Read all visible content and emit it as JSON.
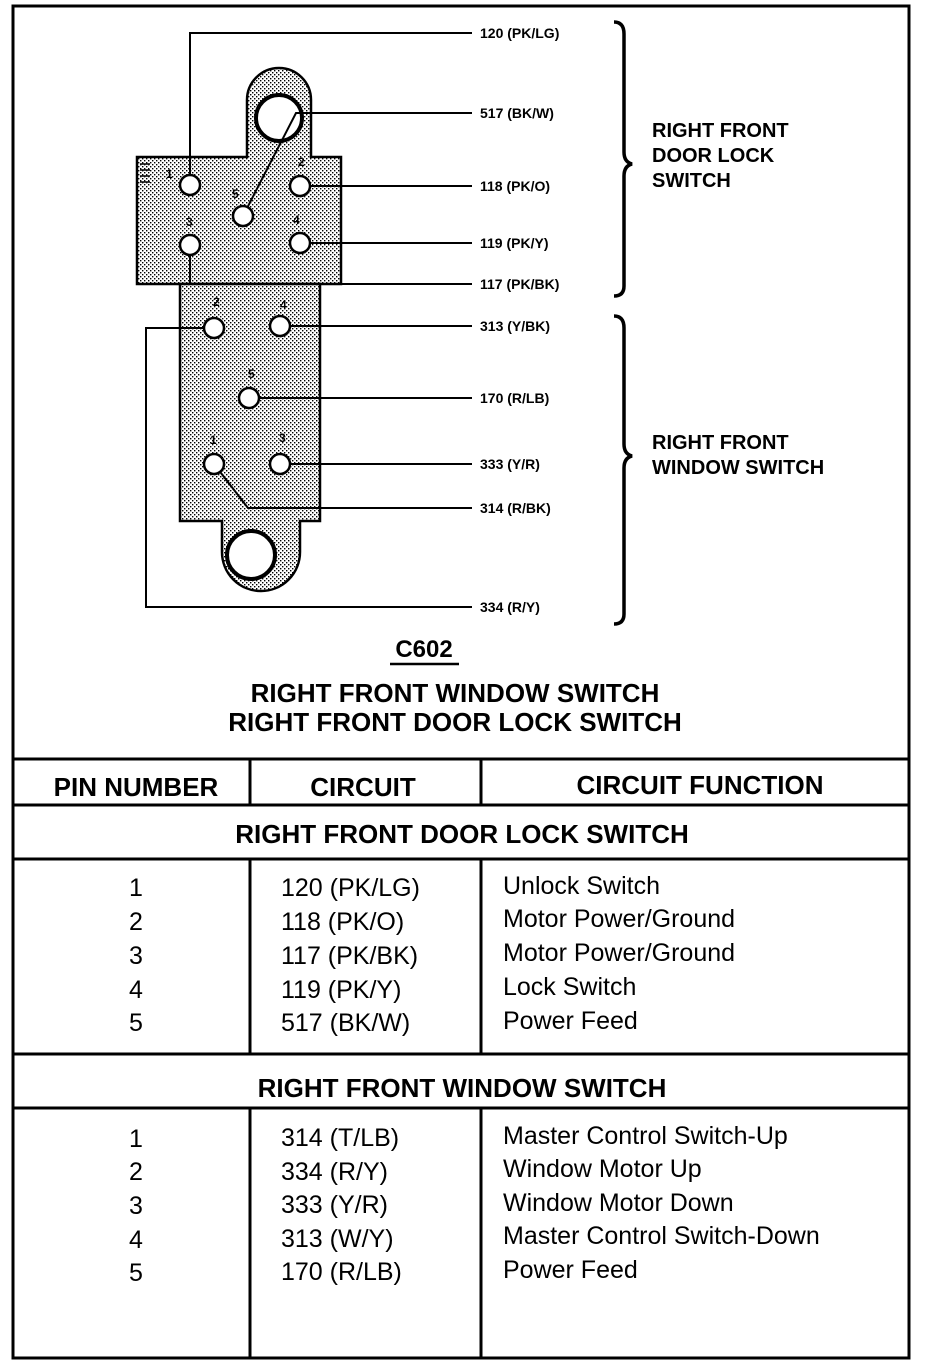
{
  "diagram": {
    "connector_id": "C602",
    "titles": [
      "RIGHT FRONT WINDOW SWITCH",
      "RIGHT FRONT DOOR LOCK SWITCH"
    ],
    "upper_group_label": [
      "RIGHT FRONT",
      "DOOR LOCK",
      "SWITCH"
    ],
    "lower_group_label": [
      "RIGHT FRONT",
      "WINDOW SWITCH"
    ],
    "wires": [
      "120 (PK/LG)",
      "517 (BK/W)",
      "118 (PK/O)",
      "119 (PK/Y)",
      "117 (PK/BK)",
      "313 (Y/BK)",
      "170 (R/LB)",
      "333 (Y/R)",
      "314 (R/BK)",
      "334 (R/Y)"
    ],
    "upper_pins": [
      "1",
      "2",
      "3",
      "4",
      "5"
    ],
    "lower_pins": [
      "1",
      "2",
      "3",
      "4",
      "5"
    ]
  },
  "table": {
    "headers": [
      "PIN NUMBER",
      "CIRCUIT",
      "CIRCUIT FUNCTION"
    ],
    "sections": [
      {
        "title": "RIGHT FRONT DOOR LOCK SWITCH",
        "rows": [
          [
            "1",
            "120 (PK/LG)",
            "Unlock Switch"
          ],
          [
            "2",
            "118 (PK/O)",
            "Motor Power/Ground"
          ],
          [
            "3",
            "117 (PK/BK)",
            "Motor Power/Ground"
          ],
          [
            "4",
            "119 (PK/Y)",
            "Lock Switch"
          ],
          [
            "5",
            "517 (BK/W)",
            "Power Feed"
          ]
        ]
      },
      {
        "title": "RIGHT FRONT WINDOW SWITCH",
        "rows": [
          [
            "1",
            "314 (T/LB)",
            "Master Control Switch-Up"
          ],
          [
            "2",
            "334 (R/Y)",
            "Window Motor Up"
          ],
          [
            "3",
            "333 (Y/R)",
            "Window Motor Down"
          ],
          [
            "4",
            "313 (W/Y)",
            "Master Control Switch-Down"
          ],
          [
            "5",
            "170 (R/LB)",
            "Power Feed"
          ]
        ]
      }
    ]
  }
}
